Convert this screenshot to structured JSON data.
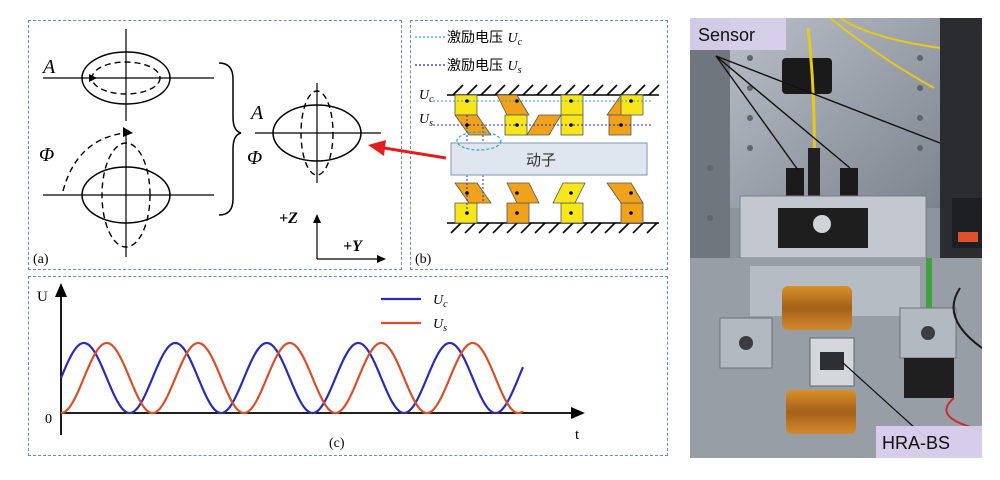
{
  "panel_a": {
    "label": "(a)",
    "sym_a_top": "A",
    "sym_phi_left": "Φ",
    "sym_a_right": "A",
    "sym_phi_right": "Φ",
    "axis_z": "+Z",
    "axis_y": "+Y"
  },
  "panel_b": {
    "label": "(b)",
    "legend_uc_text": "激励电压 ",
    "legend_uc_sym": "U",
    "legend_uc_sub": "c",
    "legend_us_text": "激励电压 ",
    "legend_us_sym": "U",
    "legend_us_sub": "s",
    "row_uc_sym": "U",
    "row_uc_sub": "c",
    "row_us_sym": "U",
    "row_us_sub": "s",
    "mover_label": "动子"
  },
  "panel_c": {
    "label": "(c)",
    "y_axis_label": "U",
    "x_axis_label": "t",
    "origin_label": "0",
    "series": [
      {
        "sym": "U",
        "sub": "c",
        "color": "#2b2bb5"
      },
      {
        "sym": "U",
        "sub": "s",
        "color": "#d6502a"
      }
    ]
  },
  "photo": {
    "label_sensor": "Sensor",
    "label_hra": "HRA-BS"
  },
  "colors": {
    "frame": "#6a8fb5",
    "pad_yellow": "#f6e61a",
    "pad_orange": "#f0a21a",
    "arrow_red": "#e02020",
    "dot_blue": "#2aa9c8"
  }
}
